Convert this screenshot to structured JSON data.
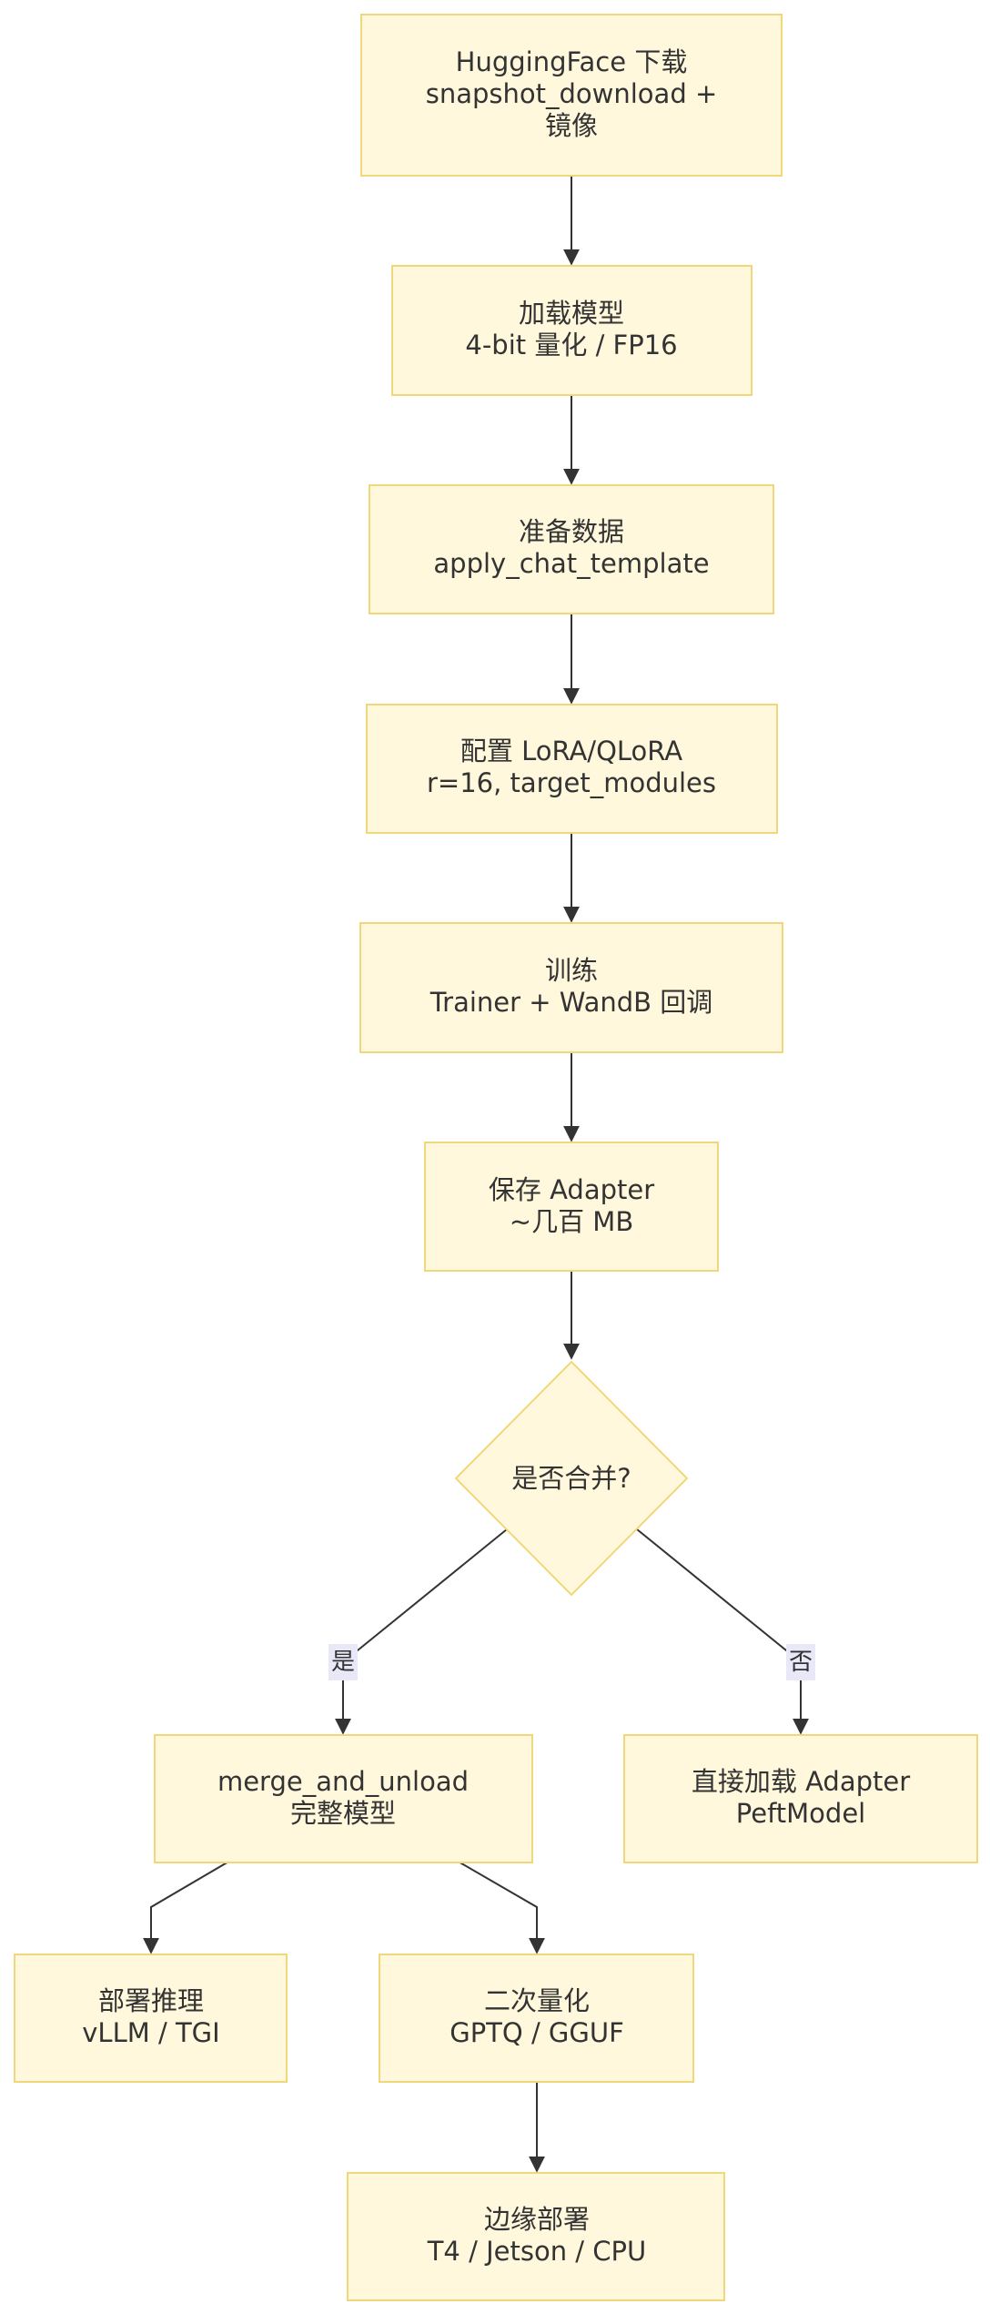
{
  "nodes": {
    "download": {
      "line1": "HuggingFace 下载",
      "line2": "snapshot_download +",
      "line3": "镜像"
    },
    "load": {
      "line1": "加载模型",
      "line2": "4-bit 量化 / FP16"
    },
    "prepare": {
      "line1": "准备数据",
      "line2": "apply_chat_template"
    },
    "config": {
      "line1": "配置 LoRA/QLoRA",
      "line2": "r=16, target_modules"
    },
    "train": {
      "line1": "训练",
      "line2": "Trainer + WandB 回调"
    },
    "save": {
      "line1": "保存 Adapter",
      "line2": "~几百 MB"
    },
    "decision": {
      "label": "是否合并?"
    },
    "merge": {
      "line1": "merge_and_unload",
      "line2": "完整模型"
    },
    "direct": {
      "line1": "直接加载 Adapter",
      "line2": "PeftModel"
    },
    "deploy": {
      "line1": "部署推理",
      "line2": "vLLM / TGI"
    },
    "requant": {
      "line1": "二次量化",
      "line2": "GPTQ / GGUF"
    },
    "edge_deploy": {
      "line1": "边缘部署",
      "line2": "T4 / Jetson / CPU"
    }
  },
  "edge_labels": {
    "yes": "是",
    "no": "否"
  }
}
